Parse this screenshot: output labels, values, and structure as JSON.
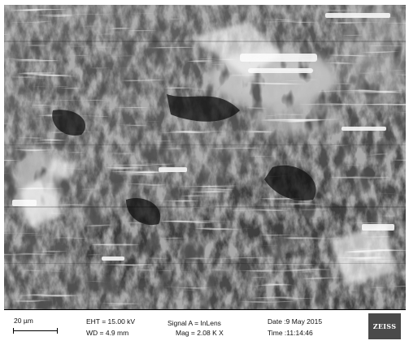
{
  "image": {
    "subject": "SEM micrograph of rough fractured surface",
    "colors": {
      "base": "#555555",
      "dark": "#202020",
      "bright": "#f4f4f4"
    }
  },
  "databar": {
    "scale_label": "20 µm",
    "eht": "EHT = 15.00 kV",
    "wd": "WD =  4.9 mm",
    "signal": "Signal A = InLens",
    "mag": "Mag =    2.08 K X",
    "date": "Date :9 May 2015",
    "time": "Time :11:14:46",
    "logo_text": "ZEISS"
  }
}
